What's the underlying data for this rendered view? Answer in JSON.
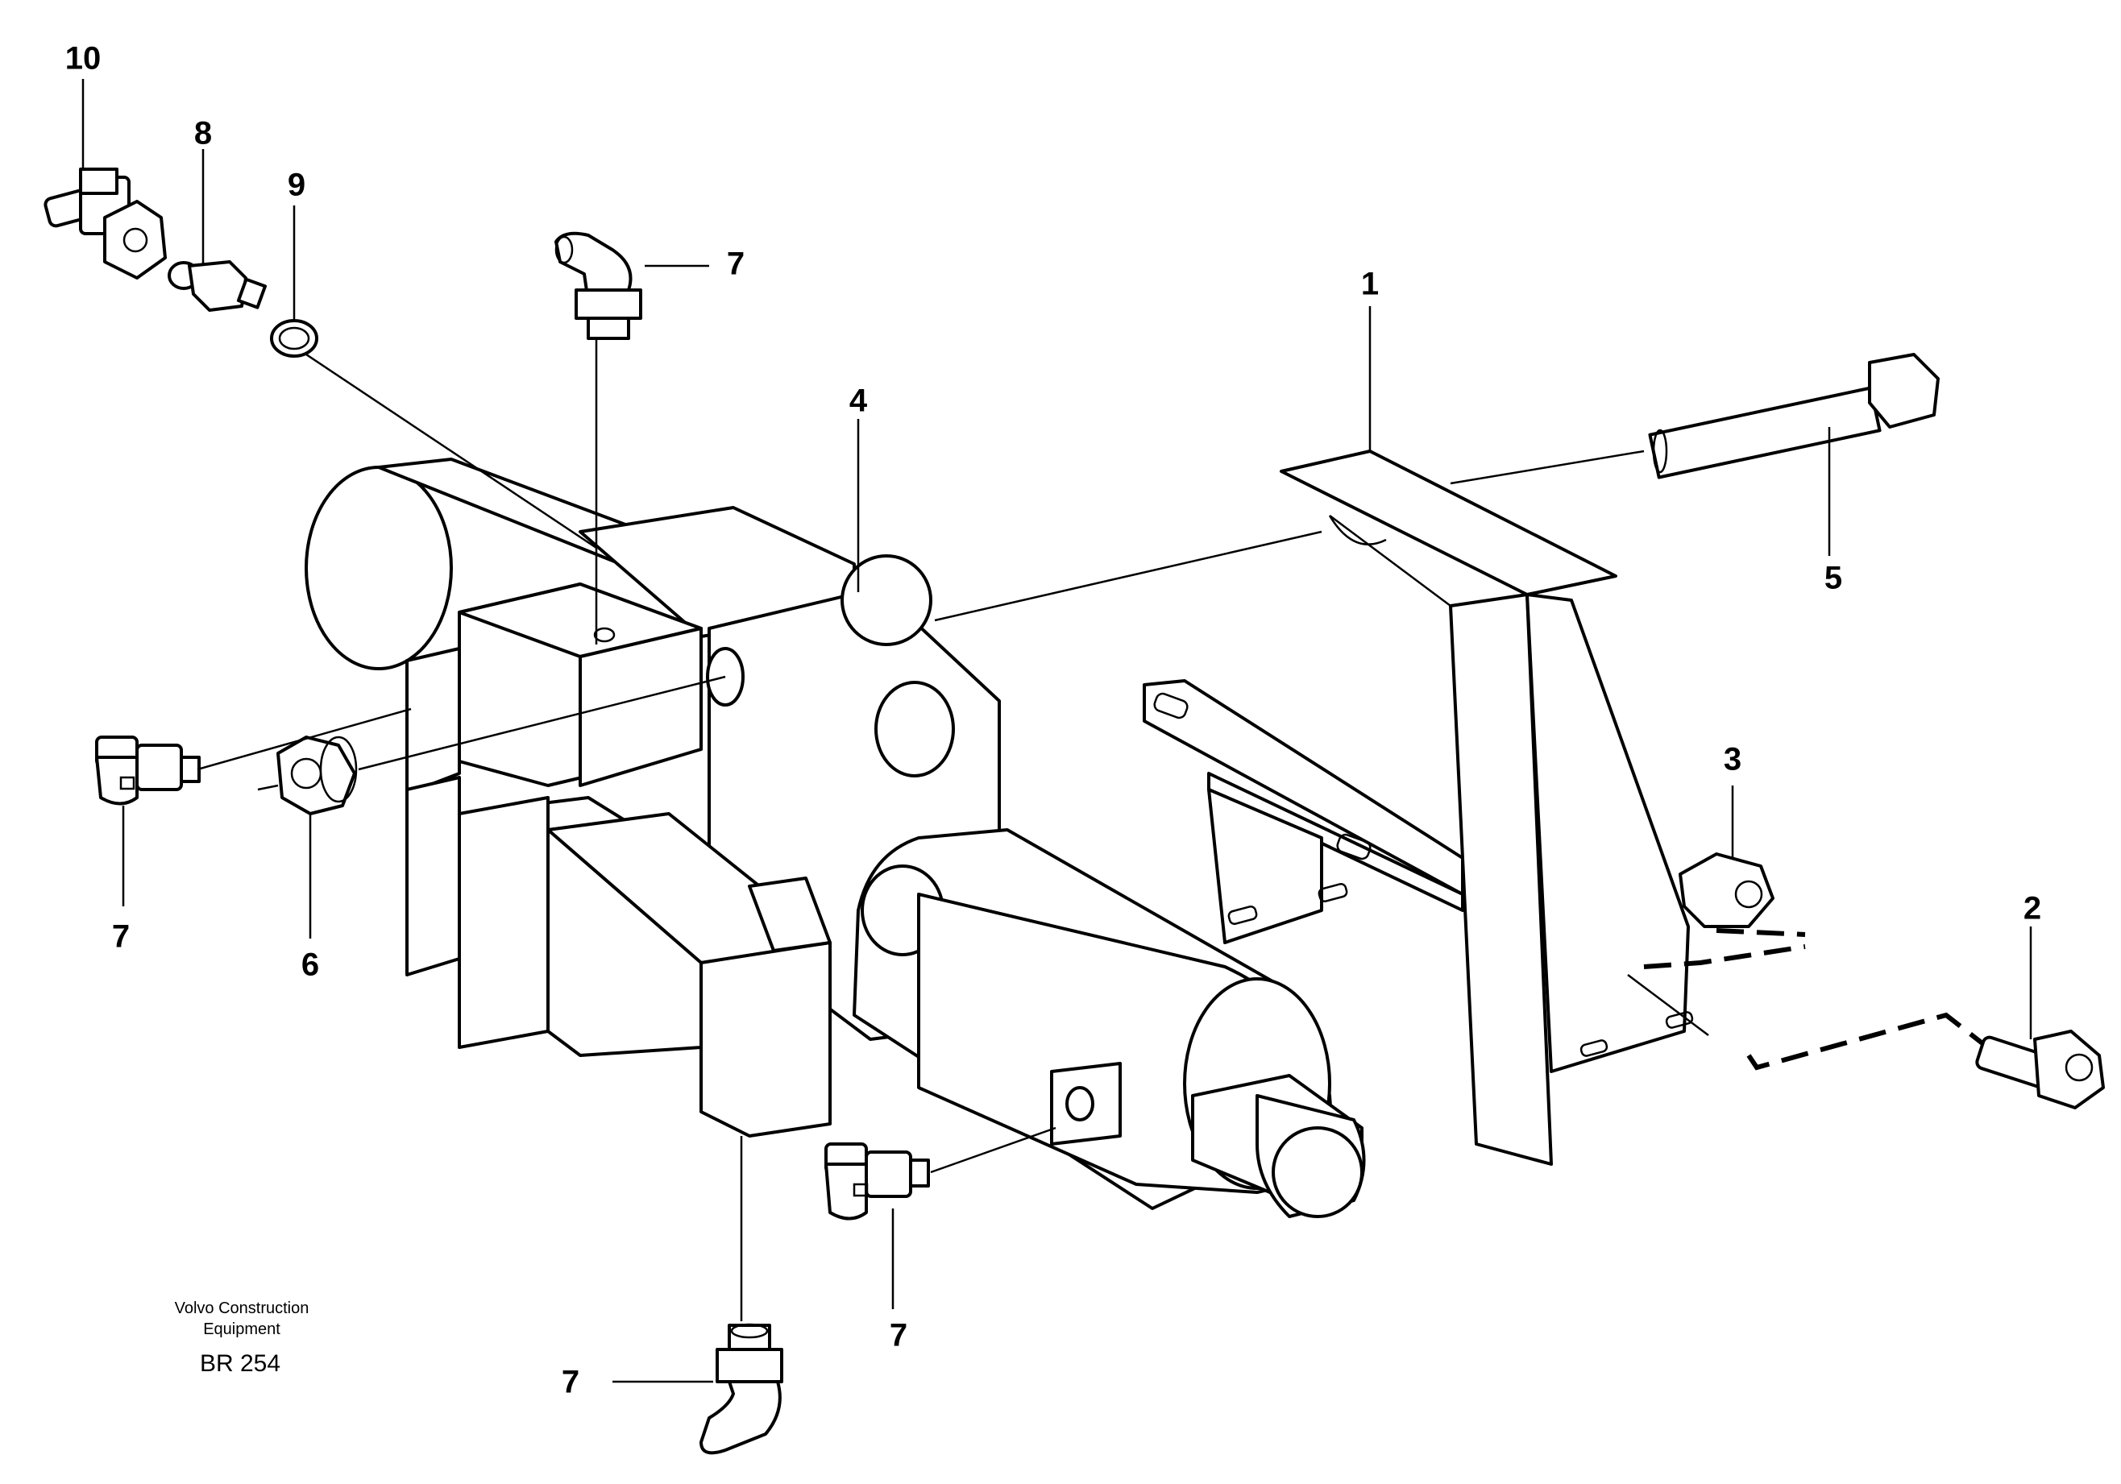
{
  "callouts": {
    "part_1": "1",
    "part_2": "2",
    "part_3": "3",
    "part_4": "4",
    "part_5": "5",
    "part_6": "6",
    "part_7a": "7",
    "part_7b": "7",
    "part_7c": "7",
    "part_7d": "7",
    "part_8": "8",
    "part_9": "9",
    "part_10": "10"
  },
  "footer": {
    "brand_line1": "Volvo Construction",
    "brand_line2": "Equipment",
    "drawing_code": "BR 254"
  }
}
